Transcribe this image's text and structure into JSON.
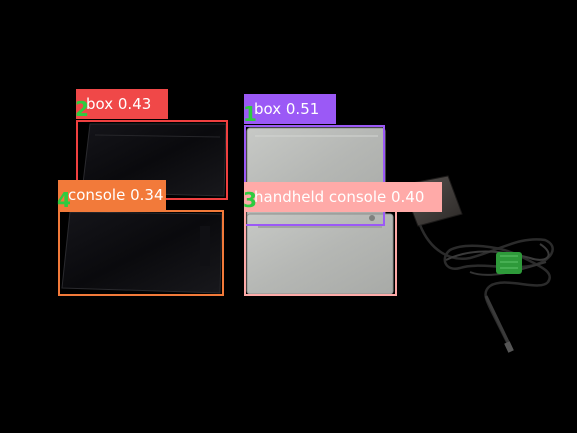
{
  "image": {
    "background": "#000000"
  },
  "detections": [
    {
      "index": "2",
      "label": "box 0.43",
      "color": "#f04040",
      "label_color": "#f04848"
    },
    {
      "index": "1",
      "label": "box 0.51",
      "color": "#9b59f6",
      "label_color": "#9b59f6"
    },
    {
      "index": "4",
      "label": "console 0.34",
      "color": "#f27a3a",
      "label_color": "#f27a3a"
    },
    {
      "index": "3",
      "label": "handheld console 0.40",
      "color": "#ffaaa8",
      "label_color": "#ffaaa8"
    }
  ],
  "index_color": "#2ecc40"
}
